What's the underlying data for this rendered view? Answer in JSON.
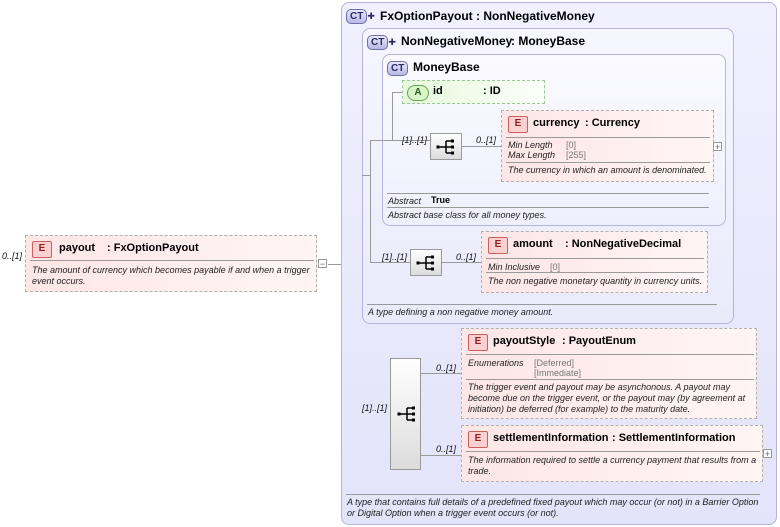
{
  "colors": {
    "complex_type_bg": "#e3e3fa",
    "element_bg": "#fde6e6",
    "attribute_bg": "#e6f9dd"
  },
  "root": {
    "occurrence": "0..[1]",
    "badge": "E",
    "name": "payout",
    "type": ": FxOptionPayout",
    "doc": "The amount of currency which becomes payable if and when a trigger event occurs."
  },
  "fx_option_payout": {
    "badge": "CT",
    "title": "FxOptionPayout : NonNegativeMoney",
    "doc": "A type that contains full details of a predefined fixed payout which may occur (or not) in a Barrier Option or Digital Option when a trigger event occurs (or not).",
    "sequence_occurrence": "[1]..[1]"
  },
  "non_negative_money": {
    "badge": "CT",
    "title": "NonNegativeMoney",
    "type": ": MoneyBase",
    "doc": "A type defining a non negative money amount.",
    "sequence_occurrence": "[1]..[1]"
  },
  "money_base": {
    "badge": "CT",
    "title": "MoneyBase",
    "abstract_label": "Abstract",
    "abstract_value": "True",
    "doc": "Abstract base class for all money types.",
    "sequence_occurrence": "[1]..[1]"
  },
  "id_attribute": {
    "badge": "A",
    "name": "id",
    "type": ": ID"
  },
  "currency": {
    "occurrence": "0..[1]",
    "badge": "E",
    "name": "currency",
    "type": ": Currency",
    "facet1_label": "Min Length",
    "facet1_value": "[0]",
    "facet2_label": "Max Length",
    "facet2_value": "[255]",
    "doc": "The currency in which an amount is denominated."
  },
  "amount": {
    "occurrence": "0..[1]",
    "badge": "E",
    "name": "amount",
    "type": ": NonNegativeDecimal",
    "facet_label": "Min Inclusive",
    "facet_value": "[0]",
    "doc": "The non negative monetary quantity in currency units."
  },
  "payout_style": {
    "occurrence": "0..[1]",
    "badge": "E",
    "name": "payoutStyle",
    "type": ": PayoutEnum",
    "enum_label": "Enumerations",
    "enum_values": [
      "[Deferred]",
      "[Immediate]"
    ],
    "doc": "The trigger event and payout may be asynchonous. A payout may become due on the trigger event, or the payout may (by agreement at initiation) be deferred (for example) to the maturity date."
  },
  "settlement_information": {
    "occurrence": "0..[1]",
    "badge": "E",
    "name": "settlementInformation",
    "type": ": SettlementInformation",
    "doc": "The information required to settle a currency payment that results from a trade."
  },
  "icons": {
    "expand": "minus-icon",
    "collapsed": "plus-icon",
    "sequence": "sequence-compositor-icon"
  }
}
